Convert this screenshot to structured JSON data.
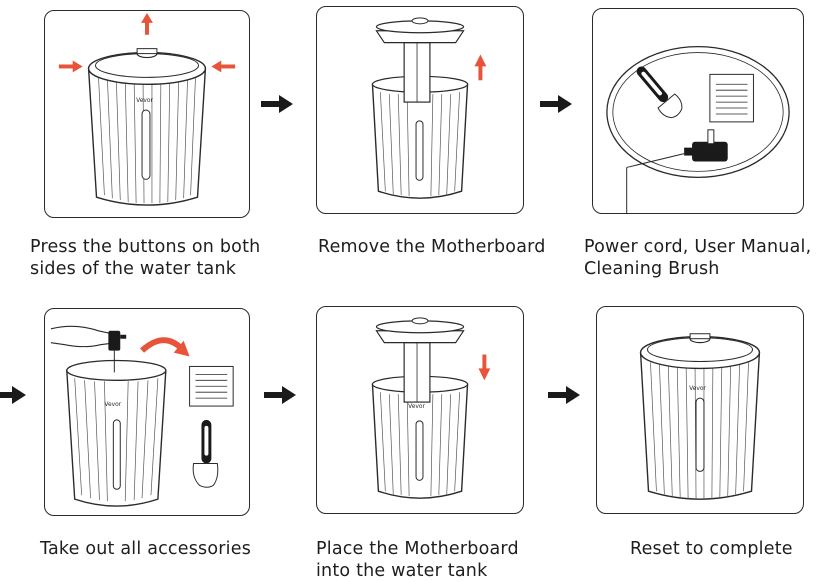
{
  "steps": [
    {
      "caption_line1": "Press the buttons on both",
      "caption_line2": "sides of the water tank"
    },
    {
      "caption_line1": "Remove the Motherboard",
      "caption_line2": ""
    },
    {
      "caption_line1": "Power cord, User Manual,",
      "caption_line2": "Cleaning Brush"
    },
    {
      "caption_line1": "Take out all accessories",
      "caption_line2": ""
    },
    {
      "caption_line1": "Place the Motherboard",
      "caption_line2": "into the water tank"
    },
    {
      "caption_line1": "Reset to complete",
      "caption_line2": ""
    }
  ],
  "brand_label": "Vevor",
  "colors": {
    "accent": "#e8543a",
    "line": "#2a2a2a",
    "arrow": "#1a1a1a"
  }
}
